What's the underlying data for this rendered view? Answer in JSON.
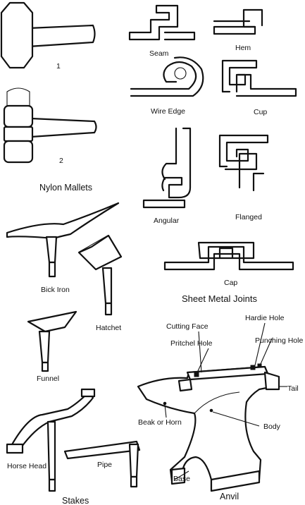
{
  "mallets": {
    "mallet_1_label": "1",
    "mallet_2_label": "2",
    "caption": "Nylon Mallets"
  },
  "joints": {
    "seam": "Seam",
    "hem": "Hem",
    "wire_edge": "Wire Edge",
    "cup": "Cup",
    "angular": "Angular",
    "flanged": "Flanged",
    "cap": "Cap",
    "caption": "Sheet Metal Joints"
  },
  "stakes": {
    "bick_iron": "Bick Iron",
    "hatchet": "Hatchet",
    "funnel": "Funnel",
    "horse_head": "Horse Head",
    "pipe": "Pipe",
    "caption": "Stakes"
  },
  "anvil": {
    "cutting_face": "Cutting Face",
    "hardie_hole": "Hardie Hole",
    "pritchel_hole": "Pritchel Hole",
    "punching_hole": "Punching Hole",
    "tail": "Tail",
    "beak_or_horn": "Beak or Horn",
    "body": "Body",
    "base": "Base",
    "caption": "Anvil"
  }
}
